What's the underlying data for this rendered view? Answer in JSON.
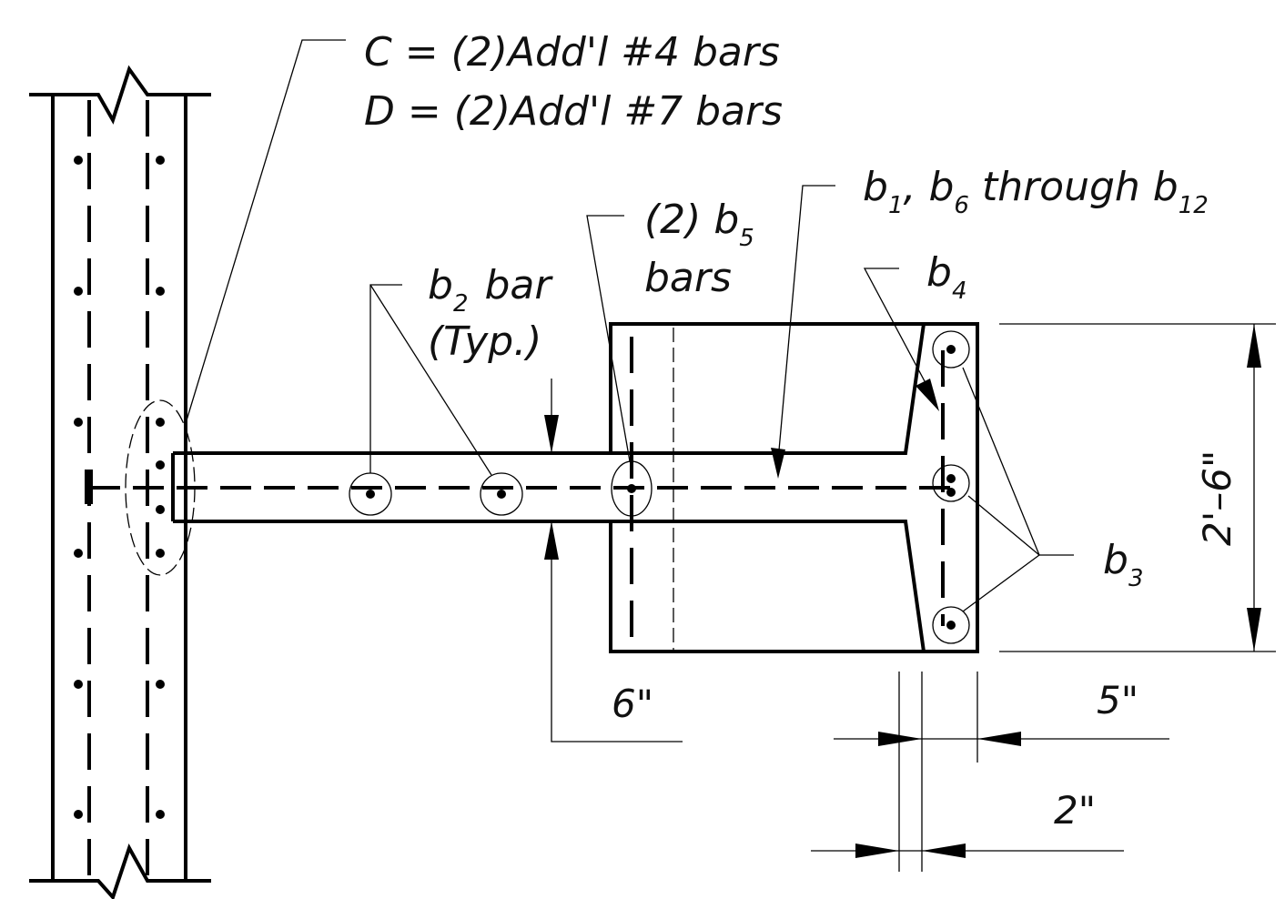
{
  "notes": {
    "line_c": "C = (2)Add'l #4 bars",
    "line_d": "D = (2)Add'l #7 bars"
  },
  "labels": {
    "b2_main": "b",
    "b2_sub": "2",
    "b2_bar": "bar",
    "typ": "(Typ.)",
    "b5_count": "(2) b",
    "b5_sub": "5",
    "b5_bars": "bars",
    "b1_main": "b",
    "b1_sub": "1",
    "b6_sep": ", b",
    "b6_sub": "6",
    "through": "through b",
    "b12_sub": "12",
    "b4_main": "b",
    "b4_sub": "4",
    "b3_main": "b",
    "b3_sub": "3"
  },
  "dimensions": {
    "height": "2'–6\"",
    "stem_thickness": "6\"",
    "cover_5": "5\"",
    "cover_2": "2\""
  }
}
